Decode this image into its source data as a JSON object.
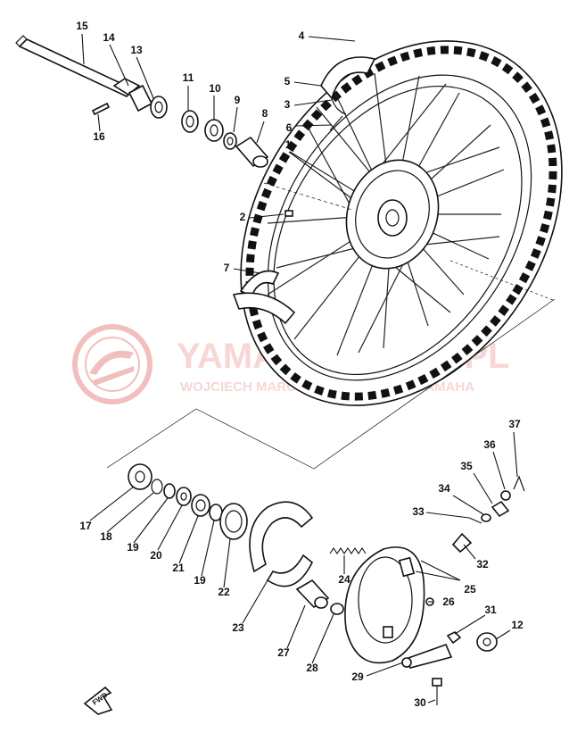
{
  "watermark": {
    "line1": "YAMAHA-JEREP.PL",
    "line2": "WOJCIECH MARCZEWICZ | DEALER YAMAHA",
    "color": "#e88a8a"
  },
  "fwd_label": "FWD",
  "callouts": [
    {
      "id": "1",
      "label": "1"
    },
    {
      "id": "2",
      "label": "2"
    },
    {
      "id": "3",
      "label": "3"
    },
    {
      "id": "4",
      "label": "4"
    },
    {
      "id": "5",
      "label": "5"
    },
    {
      "id": "6",
      "label": "6"
    },
    {
      "id": "7",
      "label": "7"
    },
    {
      "id": "8",
      "label": "8"
    },
    {
      "id": "9",
      "label": "9"
    },
    {
      "id": "10",
      "label": "10"
    },
    {
      "id": "11",
      "label": "11"
    },
    {
      "id": "12",
      "label": "12"
    },
    {
      "id": "13",
      "label": "13"
    },
    {
      "id": "14",
      "label": "14"
    },
    {
      "id": "15",
      "label": "15"
    },
    {
      "id": "16",
      "label": "16"
    },
    {
      "id": "17",
      "label": "17"
    },
    {
      "id": "18",
      "label": "18"
    },
    {
      "id": "19a",
      "label": "19"
    },
    {
      "id": "20",
      "label": "20"
    },
    {
      "id": "21",
      "label": "21"
    },
    {
      "id": "19b",
      "label": "19"
    },
    {
      "id": "22",
      "label": "22"
    },
    {
      "id": "23",
      "label": "23"
    },
    {
      "id": "24",
      "label": "24"
    },
    {
      "id": "25",
      "label": "25"
    },
    {
      "id": "26",
      "label": "26"
    },
    {
      "id": "27",
      "label": "27"
    },
    {
      "id": "28",
      "label": "28"
    },
    {
      "id": "29",
      "label": "29"
    },
    {
      "id": "30",
      "label": "30"
    },
    {
      "id": "31",
      "label": "31"
    },
    {
      "id": "32",
      "label": "32"
    },
    {
      "id": "33",
      "label": "33"
    },
    {
      "id": "34",
      "label": "34"
    },
    {
      "id": "35",
      "label": "35"
    },
    {
      "id": "36",
      "label": "36"
    },
    {
      "id": "37",
      "label": "37"
    }
  ]
}
